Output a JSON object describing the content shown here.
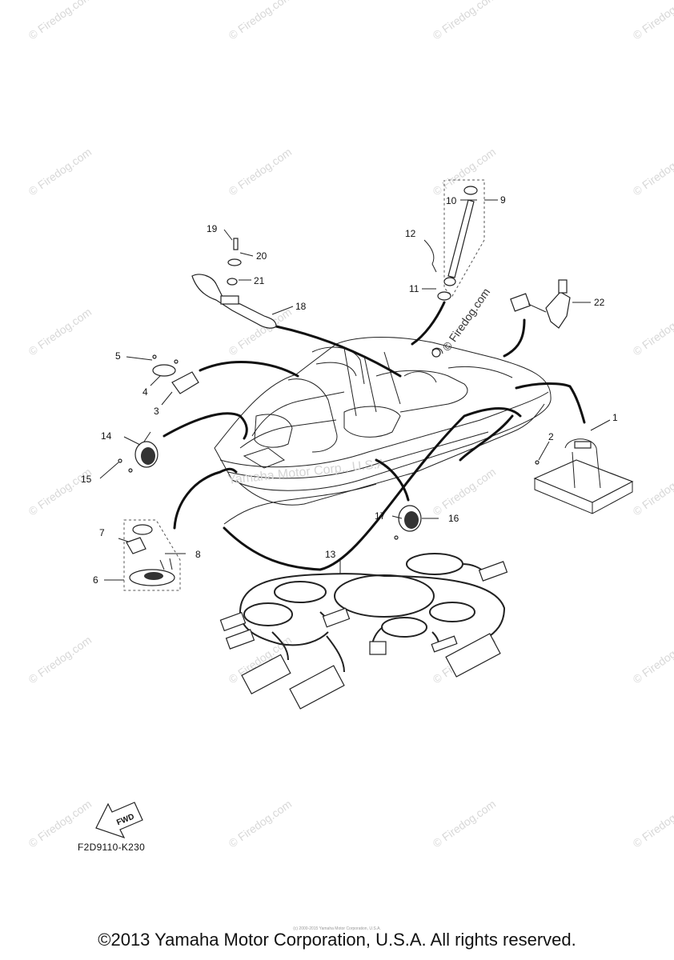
{
  "callouts": {
    "c1": "1",
    "c2": "2",
    "c3": "3",
    "c4": "4",
    "c5": "5",
    "c6": "6",
    "c7": "7",
    "c8": "8",
    "c9": "9",
    "c10": "10",
    "c11": "11",
    "c12": "12",
    "c13": "13",
    "c14": "14",
    "c15": "15",
    "c16": "16",
    "c17": "17",
    "c18": "18",
    "c19": "19",
    "c20": "20",
    "c21": "21",
    "c22": "22"
  },
  "fwd_label": "FWD",
  "diagram_code": "F2D9110-K230",
  "watermark": "© Firedog.com",
  "boat_watermark": "Yamaha Motor Corp., U.S.A.",
  "tiny_notice": "(c) 2000-2015 Yamaha Motor Corporation, U.S.A.",
  "copyright": "©2013 Yamaha Motor Corporation, U.S.A. All rights reserved."
}
